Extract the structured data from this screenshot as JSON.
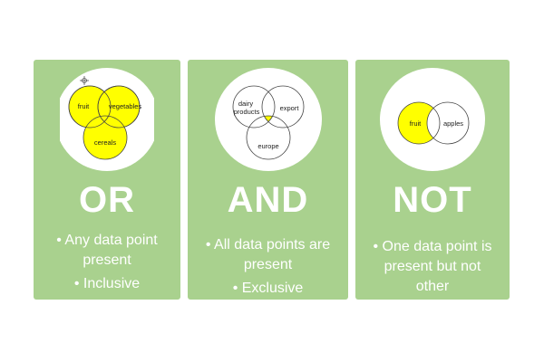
{
  "colors": {
    "card_background": "#a9d18e",
    "highlight": "#ffff00",
    "text": "#ffffff"
  },
  "cards": [
    {
      "operator": "OR",
      "venn": {
        "labels": [
          "fruit",
          "vegetables",
          "cereals"
        ],
        "shaded": "union"
      },
      "bullets": [
        "• Any data point present",
        "• Inclusive"
      ]
    },
    {
      "operator": "AND",
      "venn": {
        "labels": [
          "dairy products",
          "export",
          "europe"
        ],
        "shaded": "intersection"
      },
      "bullets": [
        "• All data points are present",
        "• Exclusive"
      ]
    },
    {
      "operator": "NOT",
      "venn": {
        "labels": [
          "fruit",
          "apples"
        ],
        "shaded": "left-only"
      },
      "bullets": [
        "• One data point is present but not other"
      ]
    }
  ]
}
